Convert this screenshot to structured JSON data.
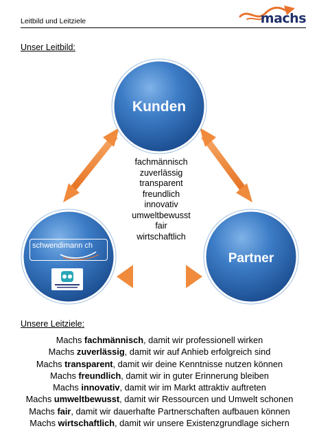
{
  "header": {
    "title": "Leitbild und Leitziele",
    "logo_text": "machs",
    "logo_accent": "#e8732c"
  },
  "leitbild": {
    "heading": "Unser Leitbild:",
    "circles": {
      "top": "Kunden",
      "right": "Partner",
      "left_logo_text": "schwendimann ch"
    },
    "values": [
      "fachmännisch",
      "zuverlässig",
      "transparent",
      "freundlich",
      "innovativ",
      "umweltbewusst",
      "fair",
      "wirtschaftlich"
    ],
    "colors": {
      "circle": "#2f6db5",
      "arrow": "#f08a3c"
    }
  },
  "leitziele": {
    "heading": "Unsere Leitziele:",
    "items": [
      {
        "prefix": "Machs ",
        "bold": "fachmännisch",
        "rest": ", damit wir professionell wirken"
      },
      {
        "prefix": "Machs ",
        "bold": "zuverlässig",
        "rest": ", damit wir auf Anhieb erfolgreich sind"
      },
      {
        "prefix": "Machs ",
        "bold": "transparent",
        "rest": ", damit wir deine Kenntnisse nutzen können"
      },
      {
        "prefix": "Machs ",
        "bold": "freundlich",
        "rest": ", damit wir in guter Erinnerung bleiben"
      },
      {
        "prefix": "Machs ",
        "bold": "innovativ",
        "rest": ", damit wir im Markt attraktiv auftreten"
      },
      {
        "prefix": "Machs ",
        "bold": "umweltbewusst",
        "rest": ", damit wir Ressourcen und Umwelt schonen"
      },
      {
        "prefix": "Machs ",
        "bold": "fair",
        "rest": ", damit wir dauerhafte Partnerschaften aufbauen können"
      },
      {
        "prefix": "Machs ",
        "bold": "wirtschaftlich",
        "rest": ", damit wir unsere Existenzgrundlage sichern"
      }
    ]
  }
}
